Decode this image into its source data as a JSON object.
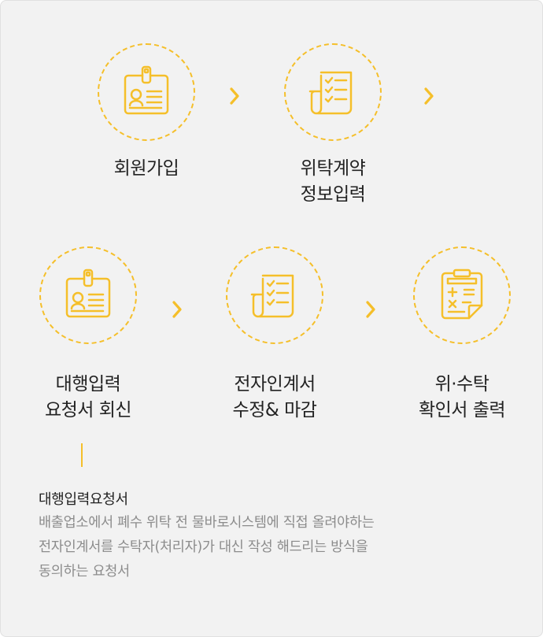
{
  "colors": {
    "accent": "#f5bf2a",
    "background": "#f2f2f2",
    "text": "#222222",
    "muted": "#8c8c8c"
  },
  "steps": [
    {
      "icon": "id-badge-icon",
      "lines": [
        "회원가입"
      ]
    },
    {
      "icon": "checklist-document-icon",
      "lines": [
        "위탁계약",
        "정보입력"
      ]
    },
    {
      "icon": "id-badge-icon",
      "lines": [
        "대행입력",
        "요청서 회신"
      ]
    },
    {
      "icon": "checklist-document-icon",
      "lines": [
        "전자인계서",
        "수정& 마감"
      ]
    },
    {
      "icon": "clipboard-calculator-icon",
      "lines": [
        "위·수탁",
        "확인서 출력"
      ]
    }
  ],
  "arrow_icon": "chevron-right-icon",
  "note": {
    "title": "대행입력요청서",
    "lines": [
      "배출업소에서 폐수 위탁 전 물바로시스템에 직접 올려야하는",
      "전자인계서를 수탁자(처리자)가 대신 작성 해드리는 방식을",
      "동의하는 요청서"
    ]
  }
}
